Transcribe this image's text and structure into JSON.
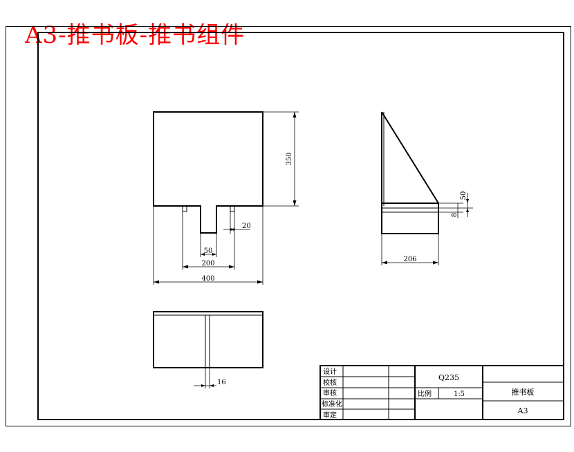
{
  "heading": "A3-推书板-推书组件",
  "colors": {
    "heading": "#ff0000",
    "lines": "#000000"
  },
  "dimensions": {
    "front_height": "350",
    "front_tab_height": "20",
    "front_slot_width": "50",
    "front_spacing": "200",
    "front_width": "400",
    "side_tab_a": "50",
    "side_tab_b": "8",
    "side_depth": "206",
    "top_slot_width": "16"
  },
  "title_block": {
    "row_labels": [
      "设计",
      "校核",
      "审核",
      "标准化",
      "审定"
    ],
    "material": "Q235",
    "scale_label": "比例",
    "scale_value": "1:5",
    "part_name": "推书板",
    "sheet_size": "A3"
  }
}
